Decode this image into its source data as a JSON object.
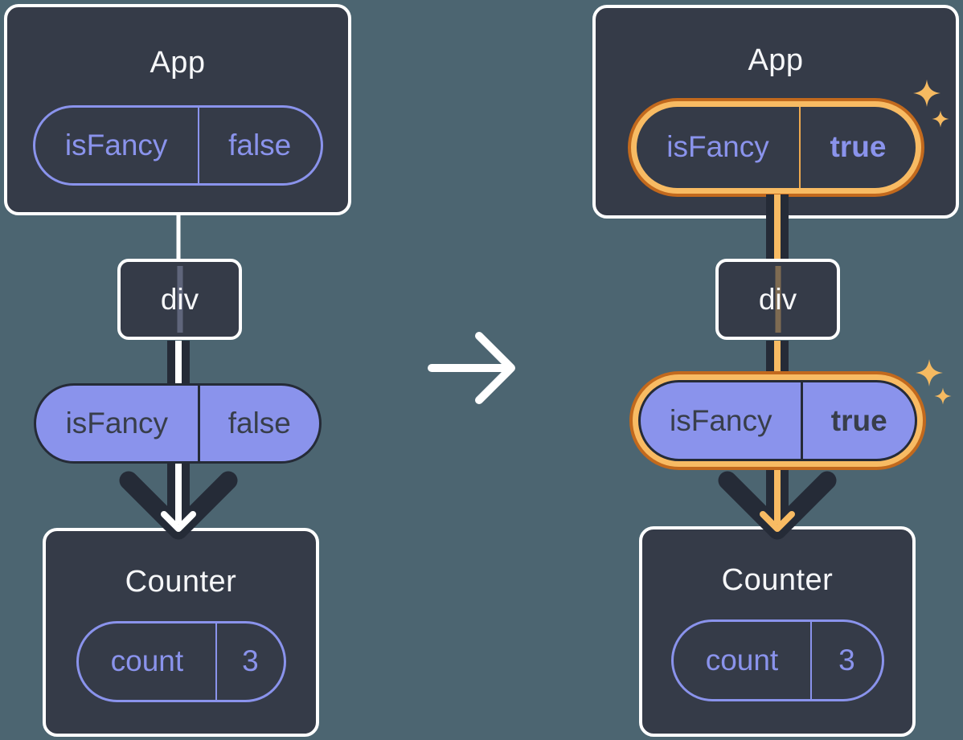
{
  "left": {
    "app": {
      "title": "App",
      "pill": {
        "label": "isFancy",
        "value": "false"
      }
    },
    "div": {
      "label": "div"
    },
    "prop_pill": {
      "label": "isFancy",
      "value": "false"
    },
    "counter": {
      "title": "Counter",
      "pill": {
        "label": "count",
        "value": "3"
      }
    }
  },
  "right": {
    "app": {
      "title": "App",
      "pill": {
        "label": "isFancy",
        "value": "true"
      }
    },
    "div": {
      "label": "div"
    },
    "prop_pill": {
      "label": "isFancy",
      "value": "true"
    },
    "counter": {
      "title": "Counter",
      "pill": {
        "label": "count",
        "value": "3"
      }
    }
  },
  "icons": {
    "transition": {
      "name": "right-arrow-icon",
      "glyph": "→"
    },
    "flow_down": {
      "name": "down-arrow-icon",
      "glyph": "↓"
    },
    "highlight": {
      "name": "sparkle-icon",
      "glyph": "✦"
    }
  },
  "colors": {
    "background": "#4C6571",
    "card": "#353B48",
    "card_border": "#FFFFFF",
    "purple": "#8A93EC",
    "text_on_purple": "#383E4A",
    "title_text": "#F6F7F9",
    "arrow_dark": "#252B37",
    "highlight_orange_light": "#F8BB63",
    "highlight_orange_dark": "#C2691D"
  }
}
